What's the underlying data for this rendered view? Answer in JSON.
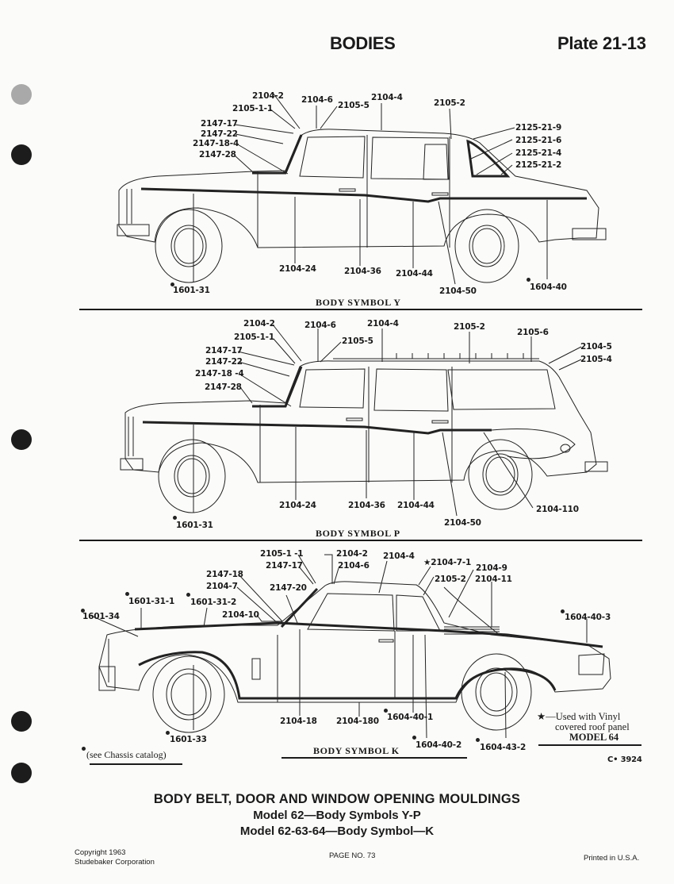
{
  "header": {
    "section": "BODIES",
    "plate": "Plate 21-13"
  },
  "figures": [
    {
      "caption": "BODY SYMBOL Y",
      "callouts": [
        "2104-2",
        "2105-1-1",
        "2104-6",
        "2105-5",
        "2104-4",
        "2105-2",
        "2147-17",
        "2147-22",
        "2147-18-4",
        "2147-28",
        "2125-21-9",
        "2125-21-6",
        "2125-21-4",
        "2125-21-2",
        "2104-24",
        "2104-36",
        "2104-44",
        "2104-50",
        "1601-31",
        "1604-40"
      ]
    },
    {
      "caption": "BODY SYMBOL P",
      "callouts": [
        "2104-2",
        "2105-1-1",
        "2104-6",
        "2105-5",
        "2104-4",
        "2105-2",
        "2105-6",
        "2104-5",
        "2105-4",
        "2147-17",
        "2147-22",
        "2147-18 -4",
        "2147-28",
        "2104-24",
        "2104-36",
        "2104-44",
        "2104-50",
        "2104-110",
        "1601-31"
      ]
    },
    {
      "caption": "BODY SYMBOL K",
      "callouts": [
        "2105-1 -1",
        "2104-2",
        "2147-17",
        "2104-6",
        "2104-4",
        "★2104-7-1",
        "2104-9",
        "2105-2",
        "2104-11",
        "2147-18",
        "2104-7",
        "2147-20",
        "1601-31-1",
        "1601-31-2",
        "1601-34",
        "2104-10",
        "1604-40-3",
        "2104-18",
        "2104-180",
        "1604-40-1",
        "1601-33",
        "1604-40-2",
        "1604-43-2"
      ]
    }
  ],
  "notes": {
    "chassis": "(see Chassis catalog)",
    "vinyl_line1": "★—Used with Vinyl",
    "vinyl_line2": "covered roof panel",
    "vinyl_line3": "MODEL 64",
    "drawing_no": "C• 3924"
  },
  "title": {
    "line1": "BODY BELT, DOOR AND WINDOW OPENING MOULDINGS",
    "line2": "Model 62—Body Symbols Y-P",
    "line3": "Model 62-63-64—Body Symbol—K"
  },
  "footer": {
    "copyright1": "Copyright 1963",
    "copyright2": "Studebaker Corporation",
    "page": "PAGE NO. 73",
    "printed": "Printed in U.S.A."
  }
}
